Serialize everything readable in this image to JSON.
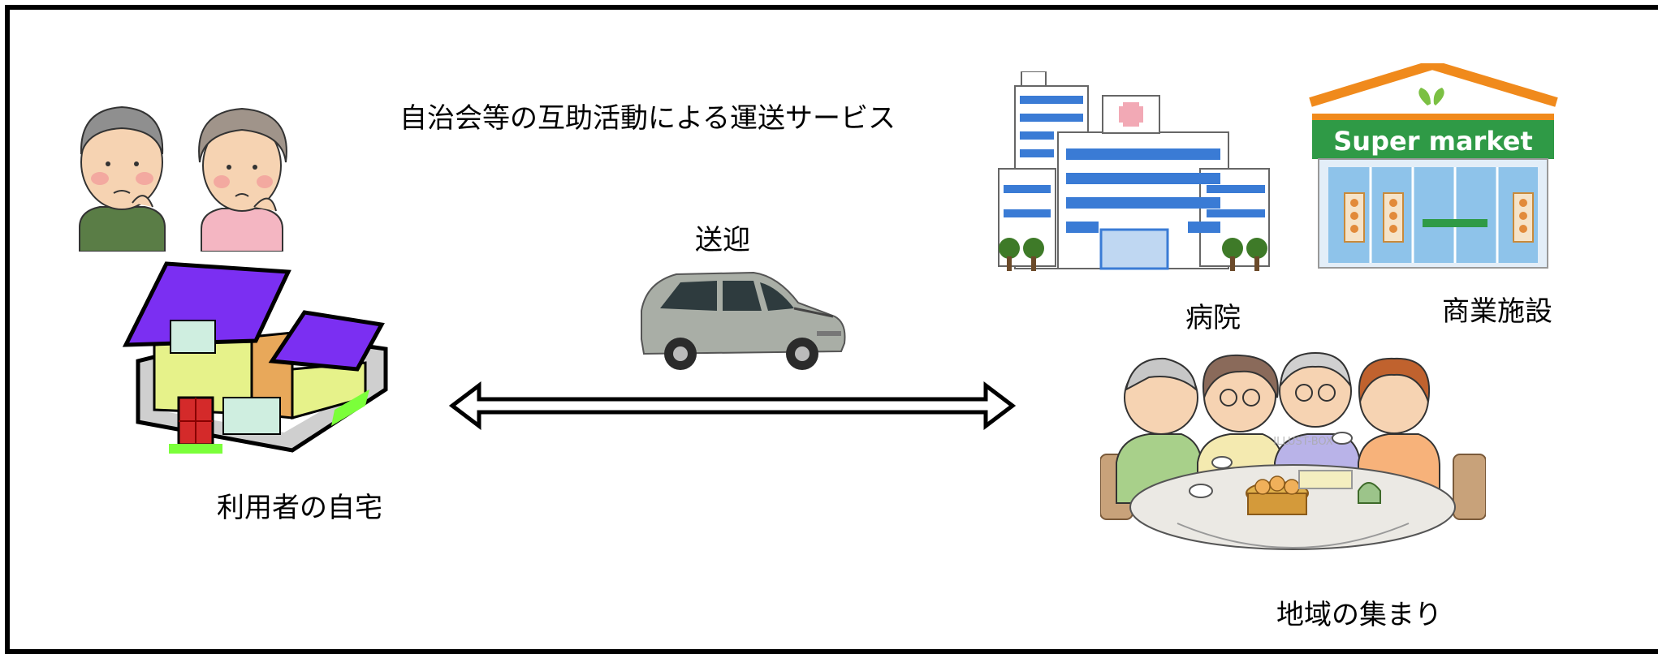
{
  "diagram": {
    "title": "自治会等の互助活動による運送サービス",
    "transfer_label": "送迎",
    "origin_label": "利用者の自宅",
    "destinations": {
      "hospital": "病院",
      "commercial": "商業施設",
      "community": "地域の集まり"
    },
    "supermarket_sign": "Super market",
    "watermark": "ILLUST-BOX"
  },
  "colors": {
    "frame": "#000000",
    "roof": "#7b2ff2",
    "house_wall": "#e6f28a",
    "door": "#d42a2a",
    "supermarket_green": "#2f9a46",
    "supermarket_roof": "#f08a1c",
    "hospital_window": "#3a7bd5",
    "van": "#a9aea6"
  }
}
